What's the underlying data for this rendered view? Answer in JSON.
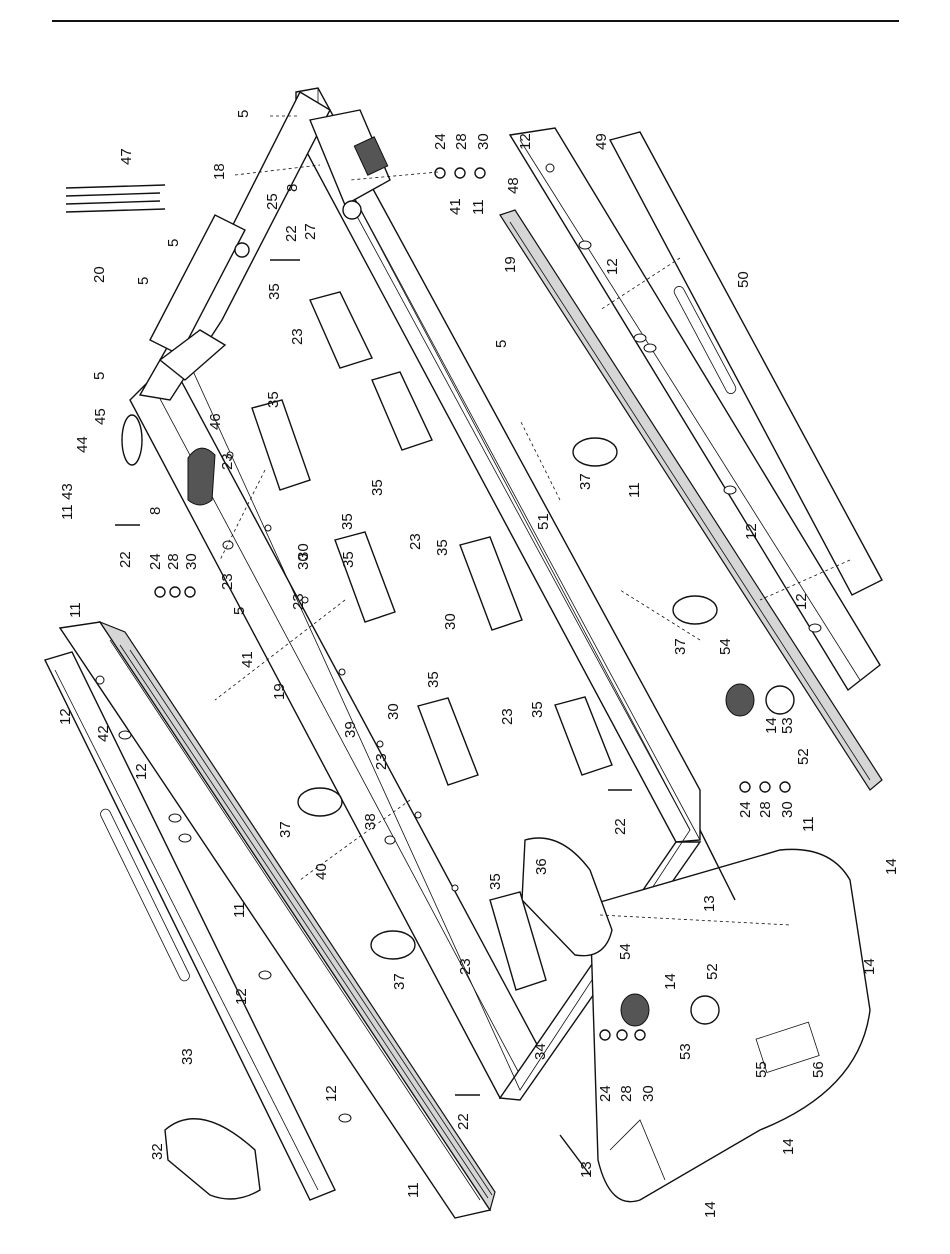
{
  "colors": {
    "line": "#111111",
    "background": "#ffffff",
    "shade": "#d6d6d6"
  },
  "callouts": [
    {
      "text": "5"
    },
    {
      "text": "18"
    },
    {
      "text": "25"
    },
    {
      "text": "8"
    },
    {
      "text": "27"
    },
    {
      "text": "22"
    },
    {
      "text": "5"
    },
    {
      "text": "20"
    },
    {
      "text": "5"
    },
    {
      "text": "5"
    },
    {
      "text": "45"
    },
    {
      "text": "44"
    },
    {
      "text": "43"
    },
    {
      "text": "11"
    },
    {
      "text": "8"
    },
    {
      "text": "22"
    },
    {
      "text": "24"
    },
    {
      "text": "28"
    },
    {
      "text": "30"
    },
    {
      "text": "46"
    },
    {
      "text": "23"
    },
    {
      "text": "35"
    },
    {
      "text": "35"
    },
    {
      "text": "23"
    },
    {
      "text": "35"
    },
    {
      "text": "23"
    },
    {
      "text": "30"
    },
    {
      "text": "35"
    },
    {
      "text": "24"
    },
    {
      "text": "28"
    },
    {
      "text": "30"
    },
    {
      "text": "41"
    },
    {
      "text": "11"
    },
    {
      "text": "19"
    },
    {
      "text": "5"
    },
    {
      "text": "12"
    },
    {
      "text": "49"
    },
    {
      "text": "48"
    },
    {
      "text": "12"
    },
    {
      "text": "50"
    },
    {
      "text": "37"
    },
    {
      "text": "11"
    },
    {
      "text": "12"
    },
    {
      "text": "51"
    },
    {
      "text": "35"
    },
    {
      "text": "23"
    },
    {
      "text": "30"
    },
    {
      "text": "35"
    },
    {
      "text": "30"
    },
    {
      "text": "23"
    },
    {
      "text": "5"
    },
    {
      "text": "41"
    },
    {
      "text": "19"
    },
    {
      "text": "37"
    },
    {
      "text": "54"
    },
    {
      "text": "12"
    },
    {
      "text": "14"
    },
    {
      "text": "53"
    },
    {
      "text": "52"
    },
    {
      "text": "11"
    },
    {
      "text": "12"
    },
    {
      "text": "42"
    },
    {
      "text": "12"
    },
    {
      "text": "39"
    },
    {
      "text": "35"
    },
    {
      "text": "23"
    },
    {
      "text": "30"
    },
    {
      "text": "35"
    },
    {
      "text": "23"
    },
    {
      "text": "22"
    },
    {
      "text": "24"
    },
    {
      "text": "28"
    },
    {
      "text": "30"
    },
    {
      "text": "11"
    },
    {
      "text": "37"
    },
    {
      "text": "38"
    },
    {
      "text": "40"
    },
    {
      "text": "36"
    },
    {
      "text": "13"
    },
    {
      "text": "14"
    },
    {
      "text": "11"
    },
    {
      "text": "35"
    },
    {
      "text": "23"
    },
    {
      "text": "37"
    },
    {
      "text": "54"
    },
    {
      "text": "14"
    },
    {
      "text": "52"
    },
    {
      "text": "53"
    },
    {
      "text": "14"
    },
    {
      "text": "12"
    },
    {
      "text": "33"
    },
    {
      "text": "55"
    },
    {
      "text": "56"
    },
    {
      "text": "22"
    },
    {
      "text": "34"
    },
    {
      "text": "24"
    },
    {
      "text": "28"
    },
    {
      "text": "30"
    },
    {
      "text": "12"
    },
    {
      "text": "32"
    },
    {
      "text": "13"
    },
    {
      "text": "14"
    },
    {
      "text": "11"
    },
    {
      "text": "14"
    },
    {
      "text": "47"
    }
  ]
}
